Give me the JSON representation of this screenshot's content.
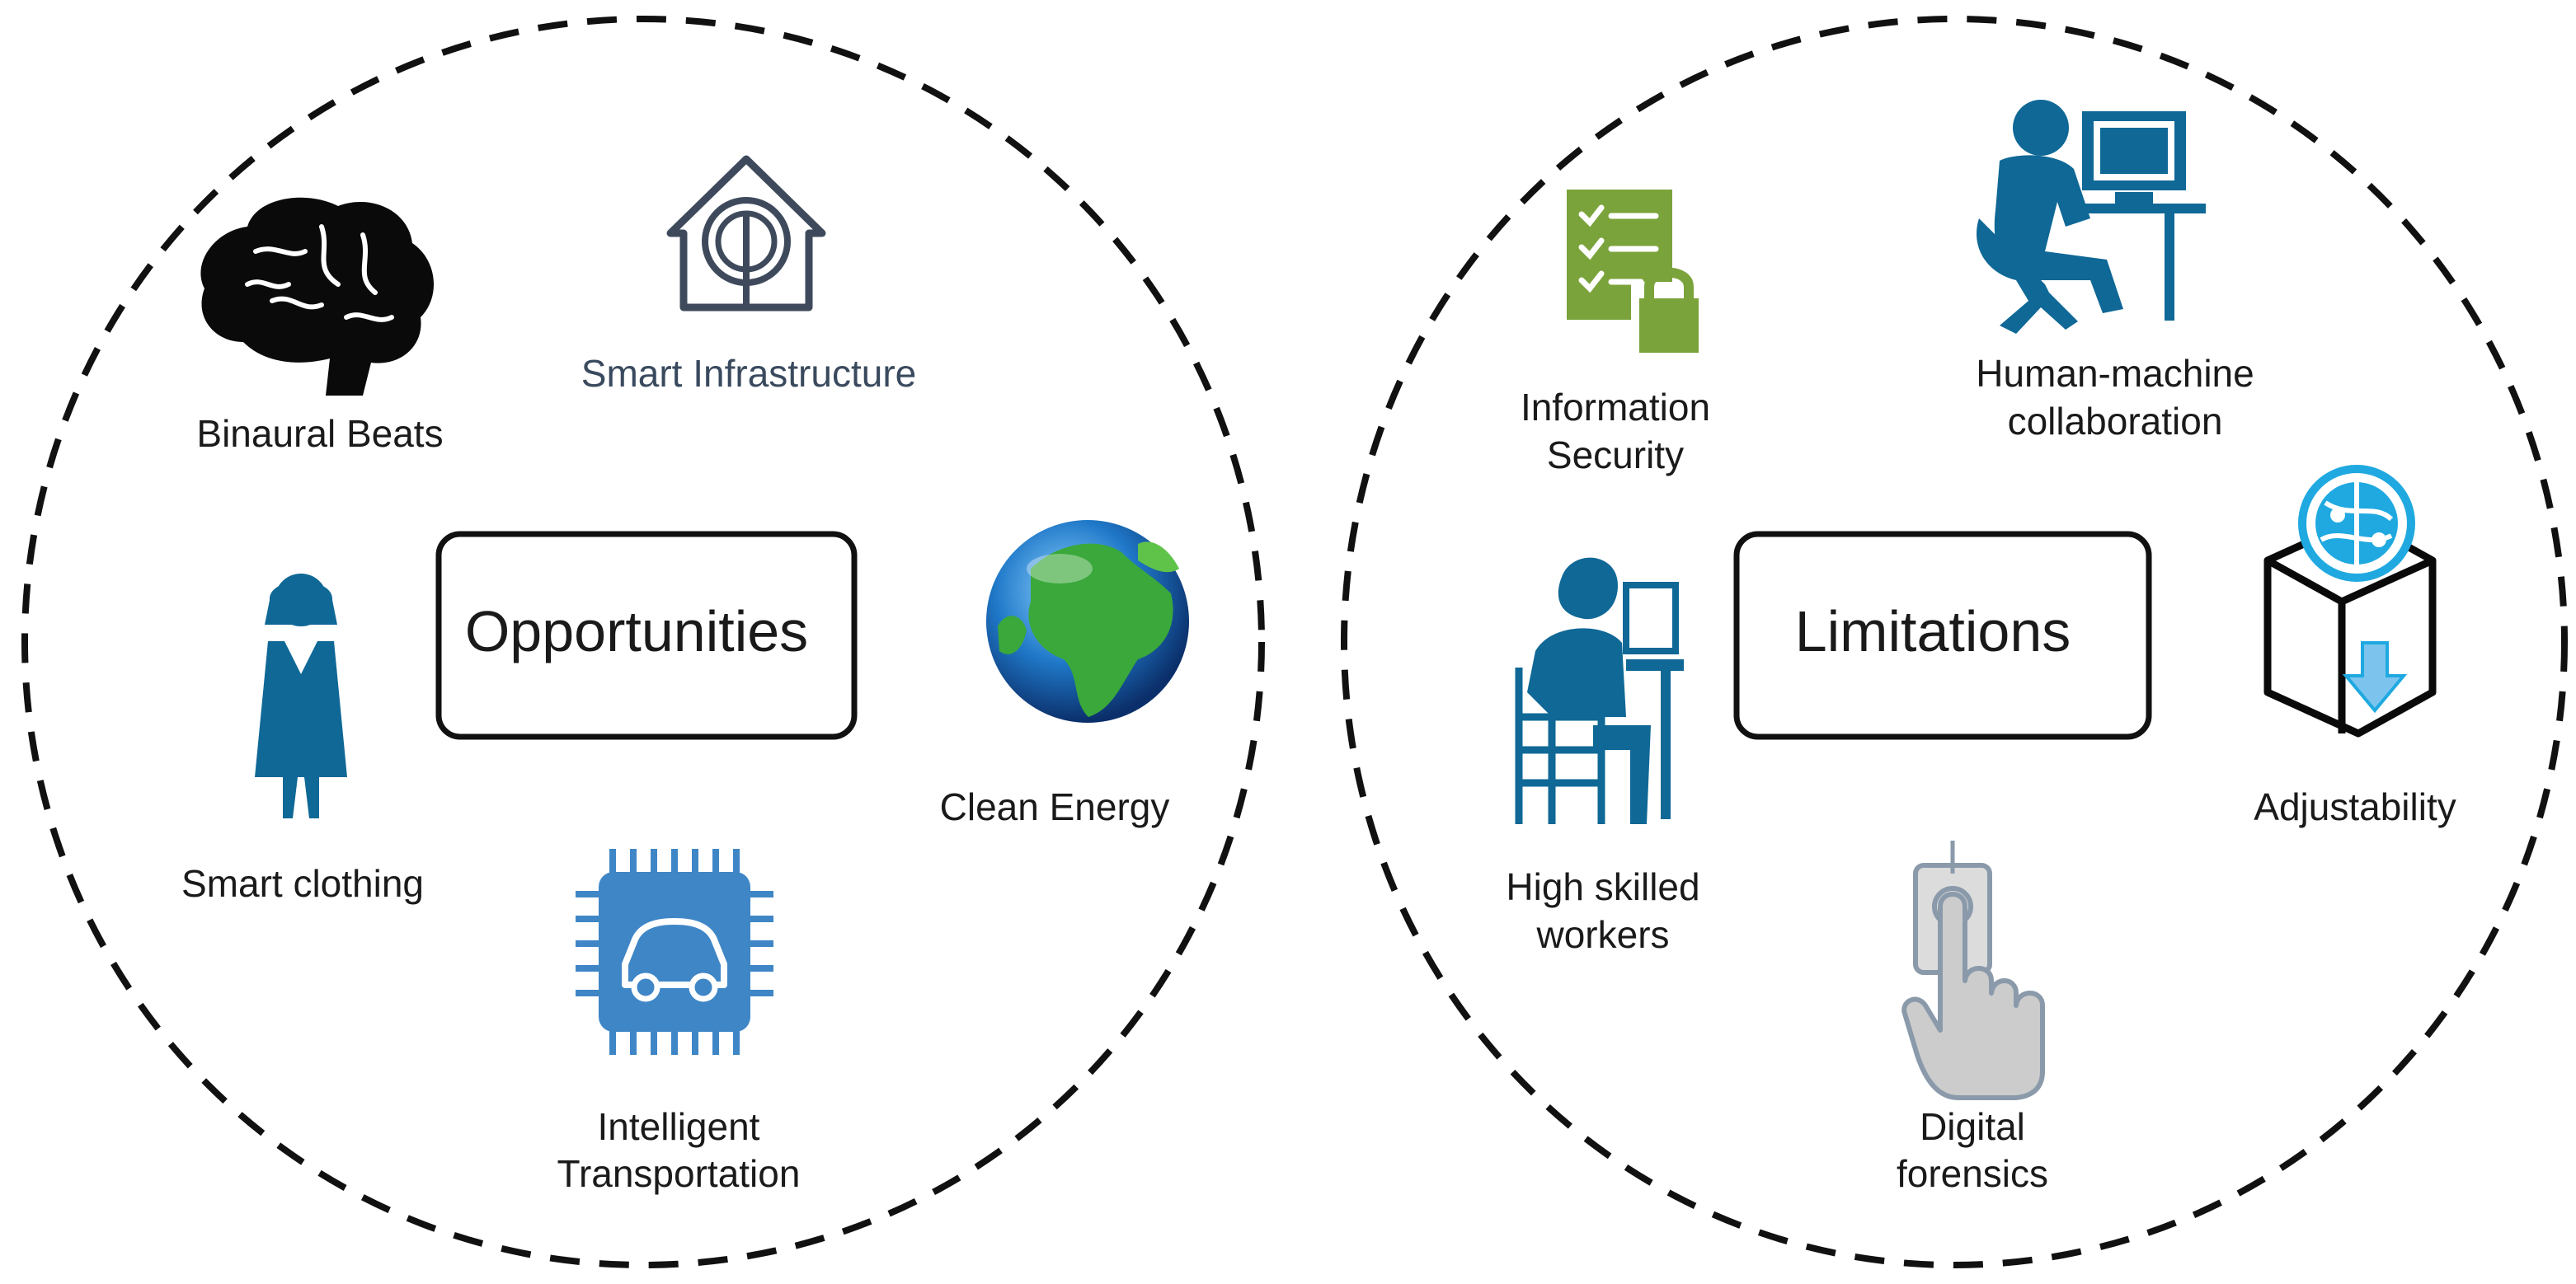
{
  "diagram": {
    "opportunities": {
      "title": "Opportunities",
      "items": {
        "binaural_beats": "Binaural Beats",
        "smart_infrastructure": "Smart Infrastructure",
        "smart_clothing": "Smart clothing",
        "clean_energy": "Clean Energy",
        "intelligent_transportation": [
          "Intelligent",
          "Transportation"
        ]
      }
    },
    "limitations": {
      "title": "Limitations",
      "items": {
        "information_security": [
          "Information",
          "Security"
        ],
        "human_machine_collaboration": [
          "Human-machine",
          "collaboration"
        ],
        "high_skilled_workers": [
          "High skilled",
          "workers"
        ],
        "adjustability": "Adjustability",
        "digital_forensics": [
          "Digital",
          "forensics"
        ]
      }
    },
    "icons": {
      "brain": "brain-icon",
      "house": "smart-house-icon",
      "woman": "woman-icon",
      "globe": "globe-icon",
      "chip_car": "car-chip-icon",
      "checklist_lock": "checklist-lock-icon",
      "computer_user": "computer-user-icon",
      "seated_worker": "seated-worker-icon",
      "globe_box": "globe-box-icon",
      "touch": "touch-finger-icon"
    },
    "colors": {
      "dashed_border": "#111111",
      "box_border": "#111111",
      "person_blue": "#0f6896",
      "chip_blue": "#3f86c6",
      "house_outline": "#3e4a5c",
      "lock_green": "#7ba33b",
      "globe_cyan": "#1fa9e0",
      "hand_gray": "#cccccc"
    }
  }
}
